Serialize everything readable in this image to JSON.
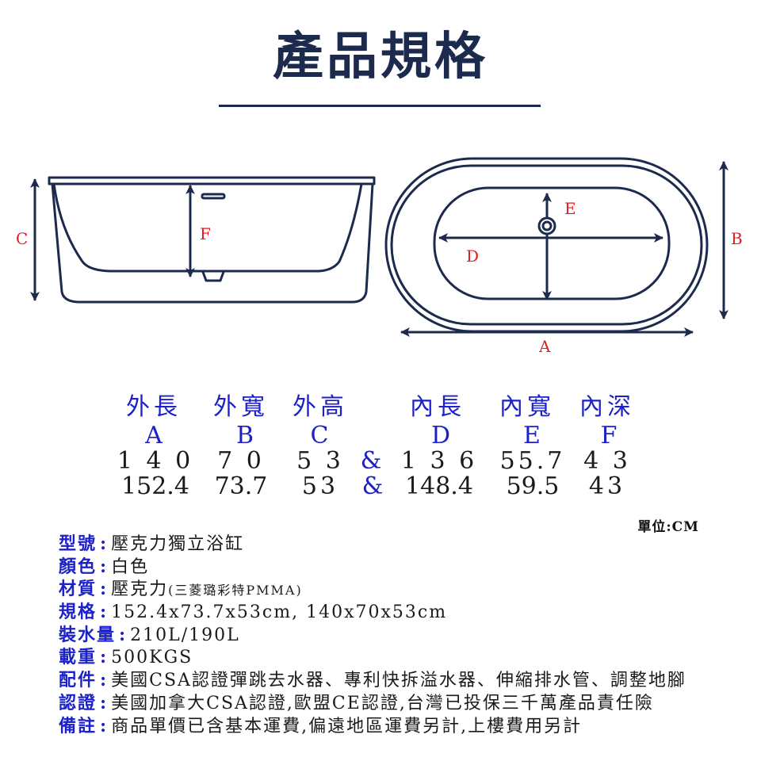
{
  "title": "產品規格",
  "dimension_labels": {
    "A": "A",
    "B": "B",
    "C": "C",
    "D": "D",
    "E": "E",
    "F": "F"
  },
  "spec_table": {
    "headers": [
      "外長",
      "外寬",
      "外高",
      "內長",
      "內寬",
      "內深"
    ],
    "letters": [
      "A",
      "B",
      "C",
      "D",
      "E",
      "F"
    ],
    "amp": "&",
    "rows": [
      [
        "140",
        "70",
        "53",
        "136",
        "55.7",
        "43"
      ],
      [
        "152.4",
        "73.7",
        "53",
        "148.4",
        "59.5",
        "43"
      ]
    ],
    "row1_display": [
      "1 4 0",
      "7 0",
      "5 3",
      "1 3 6",
      "55.7",
      "4 3"
    ]
  },
  "unit": "單位:CM",
  "info": [
    {
      "label": "型號",
      "value": "壓克力獨立浴缸"
    },
    {
      "label": "顏色",
      "value": "白色"
    },
    {
      "label": "材質",
      "value": "壓克力",
      "note": "(三菱璐彩特PMMA)"
    },
    {
      "label": "規格",
      "value": "152.4x73.7x53cm, 140x70x53cm"
    },
    {
      "label": "裝水量",
      "value": "210L/190L"
    },
    {
      "label": "載重",
      "value": "500KGS"
    },
    {
      "label": "配件",
      "value": "美國CSA認證彈跳去水器、專利快拆溢水器、伸縮排水管、調整地腳"
    },
    {
      "label": "認證",
      "value": "美國加拿大CSA認證,歐盟CE認證,台灣已投保三千萬產品責任險"
    },
    {
      "label": "備註",
      "value": "商品單價已含基本運費,偏遠地區運費另計,上樓費用另計"
    }
  ],
  "colors": {
    "navy": "#1c2b4d",
    "label_blue": "#1d22c8",
    "dimension_red": "#e31b23"
  }
}
